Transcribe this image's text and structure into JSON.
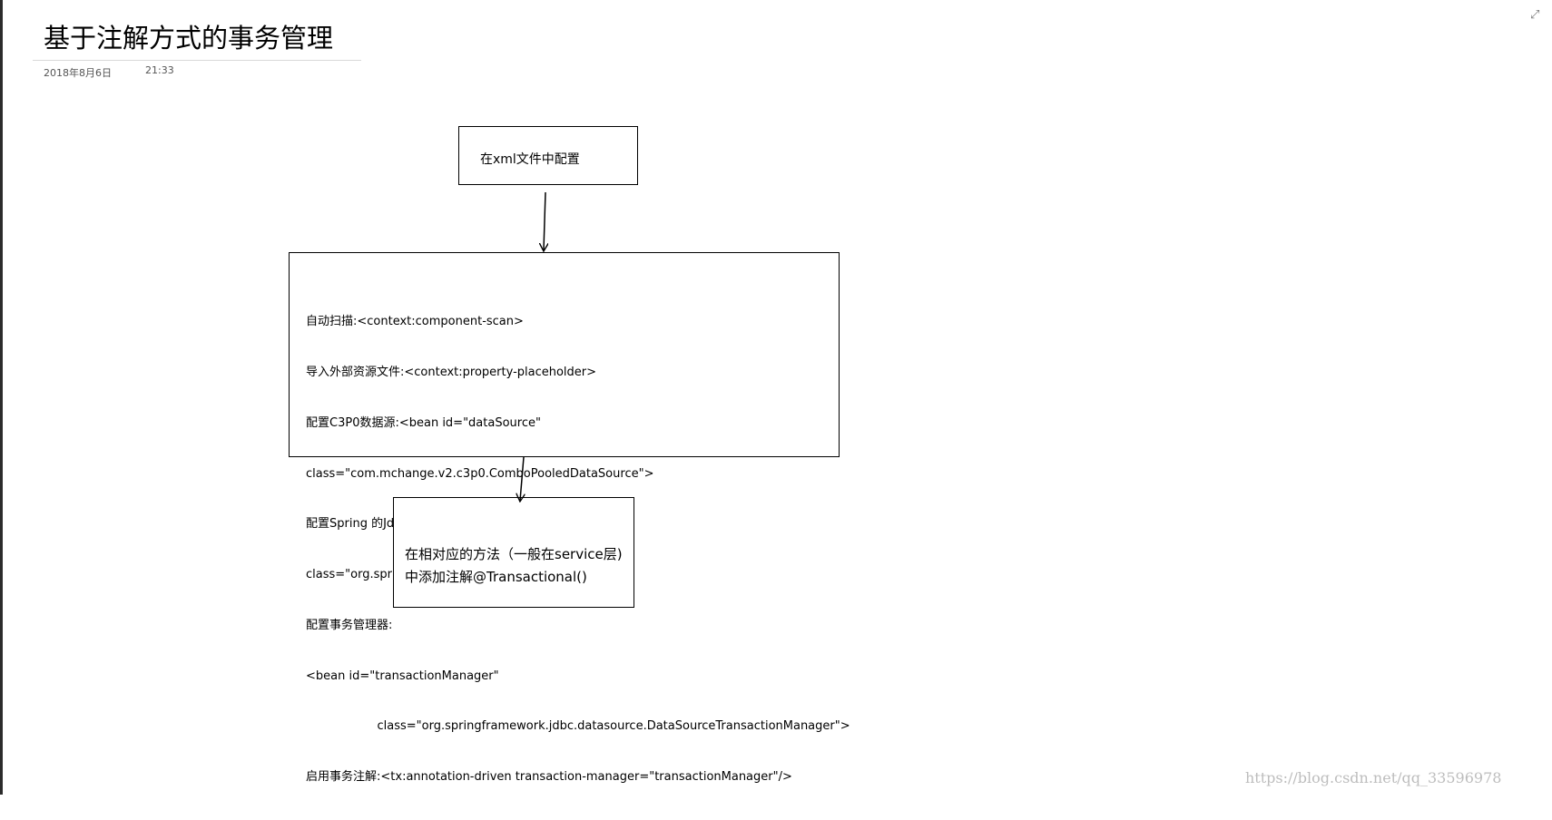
{
  "page": {
    "title": "基于注解方式的事务管理",
    "date": "2018年8月6日",
    "time": "21:33",
    "expand_icon": "expand-icon"
  },
  "diagram": {
    "step1": {
      "label": "在xml文件中配置"
    },
    "step2": {
      "lines": [
        "自动扫描:<context:component-scan>",
        "导入外部资源文件:<context:property-placeholder>",
        "配置C3P0数据源:<bean id=\"dataSource\"",
        "class=\"com.mchange.v2.c3p0.ComboPooledDataSource\">",
        "配置Spring 的JdbcTemplate<bean id=\"jdbcTemplate\"",
        "class=\"org.springframework.jdbc.core.JdbcTemplate\" >",
        "配置事务管理器:",
        "<bean id=\"transactionManager\"",
        "                   class=\"org.springframework.jdbc.datasource.DataSourceTransactionManager\">",
        "启用事务注解:<tx:annotation-driven transaction-manager=\"transactionManager\"/>"
      ]
    },
    "step3": {
      "lines": [
        "在相对应的方法（一般在service层)",
        "中添加注解@Transactional()"
      ]
    }
  },
  "watermark": "https://blog.csdn.net/qq_33596978"
}
